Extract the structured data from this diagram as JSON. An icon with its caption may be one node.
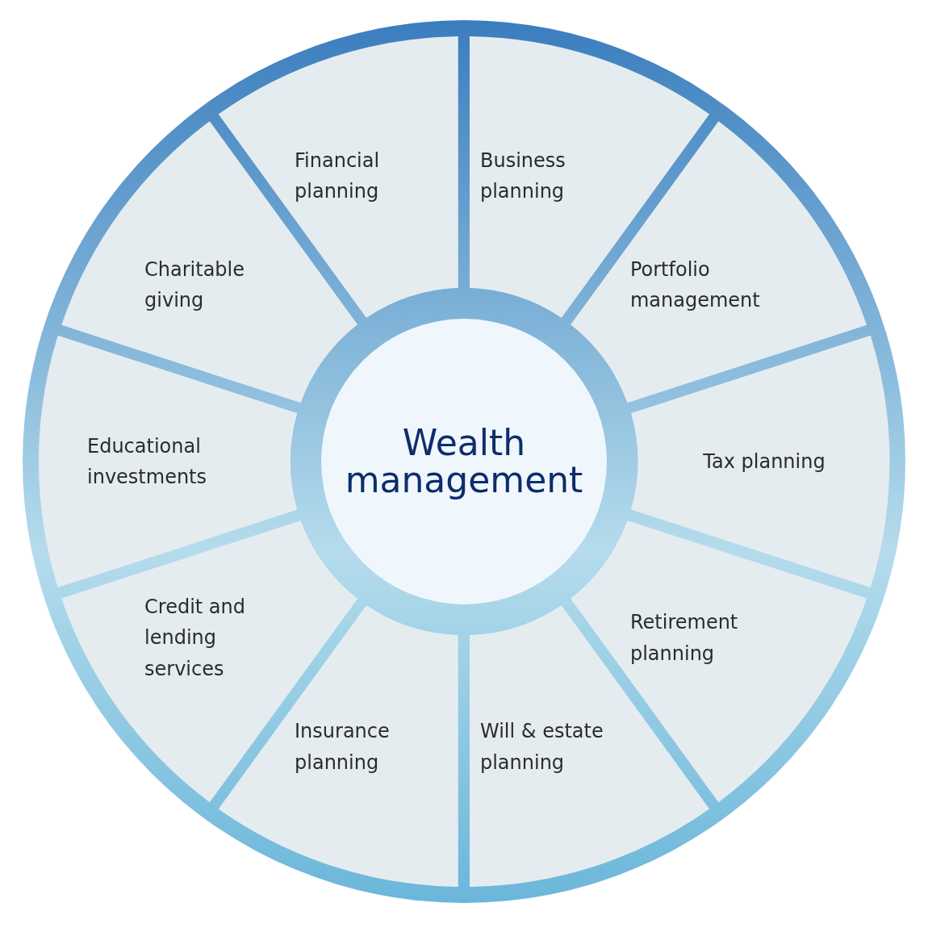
{
  "diagram": {
    "nodes": [
      {
        "text": [
          "Wealth management"
        ]
      },
      {
        "text": [
          "Financial planning"
        ]
      },
      {
        "text": [
          "Business planning"
        ]
      },
      {
        "text": [
          "Portfolio management"
        ]
      },
      {
        "text": [
          "Tax planning"
        ]
      },
      {
        "text": [
          "Retirement planning"
        ]
      },
      {
        "text": [
          "Will & estate planning"
        ]
      },
      {
        "text": [
          "Insurance planning"
        ]
      },
      {
        "text": [
          "Credit and lending services"
        ]
      },
      {
        "text": [
          "Educational investments"
        ]
      },
      {
        "text": [
          "Charitable giving"
        ]
      }
    ]
  }
}
